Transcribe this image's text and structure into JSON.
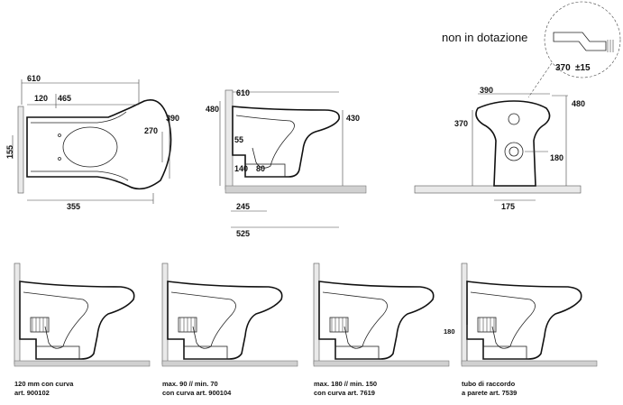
{
  "dimensions": {
    "top_view": [
      "610",
      "120",
      "465",
      "390",
      "270",
      "155",
      "355"
    ],
    "side_view": [
      "480",
      "610",
      "430",
      "55",
      "140",
      "80",
      "245",
      "525"
    ],
    "front_view": [
      "390",
      "480",
      "370",
      "180",
      "175"
    ]
  },
  "accessory": {
    "not_supplied_label": "non in dotazione",
    "length": "370",
    "tolerance": "±15"
  },
  "variants": [
    {
      "line1": "120 mm con curva",
      "line2": "art. 900102"
    },
    {
      "line1": "max. 90 // min. 70",
      "line2": "con curva art. 900104"
    },
    {
      "line1": "max. 180 // min. 150",
      "line2": "con curva art. 7619"
    },
    {
      "line1": "tubo di raccordo",
      "line2": "a parete art. 7539",
      "dim": "180"
    }
  ],
  "colors": {
    "ink": "#111111",
    "wall": "#e9e9e9",
    "floor": "#d0d0d0"
  }
}
